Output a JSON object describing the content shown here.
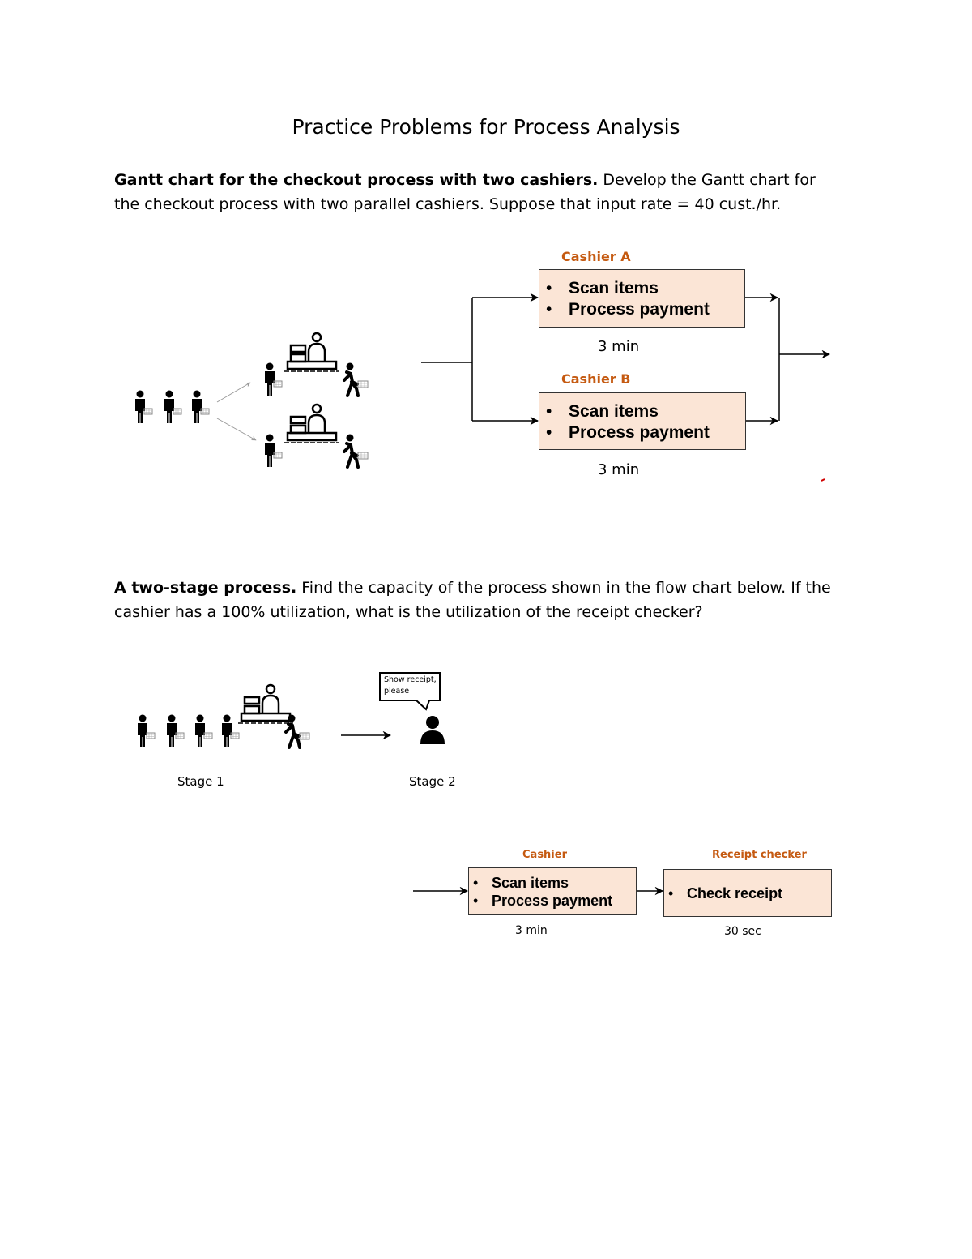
{
  "title": "Practice Problems for Process Analysis",
  "problem1": {
    "heading": "Gantt chart for the checkout process with two cashiers.",
    "text": " Develop the Gantt chart for the checkout process with two parallel cashiers. Suppose that input rate = 40 cust./hr.",
    "cashier_a": {
      "label": "Cashier A",
      "tasks": [
        "Scan items",
        "Process payment"
      ],
      "time": "3 min"
    },
    "cashier_b": {
      "label": "Cashier B",
      "tasks": [
        "Scan items",
        "Process payment"
      ],
      "time": "3 min"
    }
  },
  "problem2": {
    "heading": "A two-stage process.",
    "text": " Find the capacity of the process shown in the flow chart below. If the cashier has a 100% utilization, what is the utilization of the receipt checker?",
    "speech_bubble": "Show receipt, please",
    "stage1_label": "Stage 1",
    "stage2_label": "Stage 2",
    "cashier": {
      "label": "Cashier",
      "tasks": [
        "Scan items",
        "Process payment"
      ],
      "time": "3 min"
    },
    "receipt_checker": {
      "label": "Receipt checker",
      "tasks": [
        "Check receipt"
      ],
      "time": "30 sec"
    }
  }
}
